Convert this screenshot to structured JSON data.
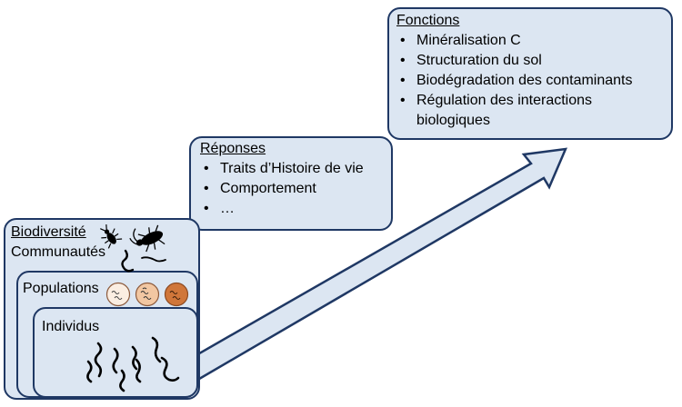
{
  "fonctions": {
    "title": "Fonctions",
    "items": [
      {
        "label": "Minéralisation C"
      },
      {
        "label": "Structuration du sol"
      },
      {
        "label": "Biodégradation des contaminants"
      },
      {
        "label": "Régulation des interactions",
        "label_cont": "biologiques"
      }
    ]
  },
  "reponses": {
    "title": "Réponses",
    "items": [
      {
        "label": "Traits d’Histoire de vie"
      },
      {
        "label": "Comportement"
      },
      {
        "label": "…"
      }
    ]
  },
  "biodiversite": {
    "title": "Biodiversité",
    "communautes": "Communautés",
    "populations": "Populations",
    "individus": "Individus"
  },
  "colors": {
    "box_fill": "#dce6f2",
    "box_border": "#1f3864",
    "circle_light": "#fbeee2",
    "circle_mid": "#f2c7a2",
    "circle_dark": "#d0763a"
  },
  "icons": [
    "beetle-icon",
    "cockroach-icon",
    "worm-icon"
  ]
}
